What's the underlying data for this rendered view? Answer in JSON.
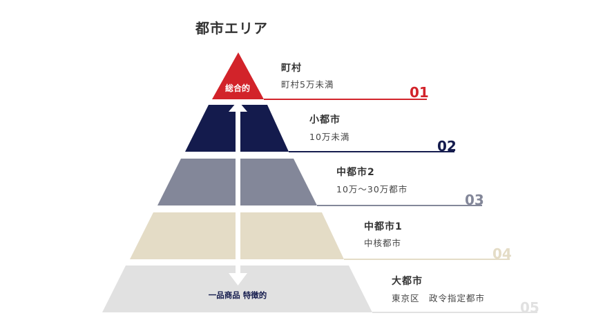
{
  "title": "都市エリア",
  "top_label": "総合的",
  "bottom_label": "一品商品 特徴的",
  "levels": [
    {
      "name": "町村",
      "desc": "町村5万未満",
      "num": "01",
      "color": "#d2232a"
    },
    {
      "name": "小都市",
      "desc": "10万未満",
      "num": "02",
      "color": "#141b4d"
    },
    {
      "name": "中都市2",
      "desc": "10万～30万都市",
      "num": "03",
      "color": "#838799"
    },
    {
      "name": "中都市1",
      "desc": "中核都市",
      "num": "04",
      "color": "#e4dcc6"
    },
    {
      "name": "大都市",
      "desc": "東京区　政令指定都市",
      "num": "05",
      "color": "#e1e1e1"
    }
  ],
  "colors": {
    "arrow": "#ffffff",
    "text_dark": "#333333",
    "bottom_label_color": "#141b4d"
  }
}
